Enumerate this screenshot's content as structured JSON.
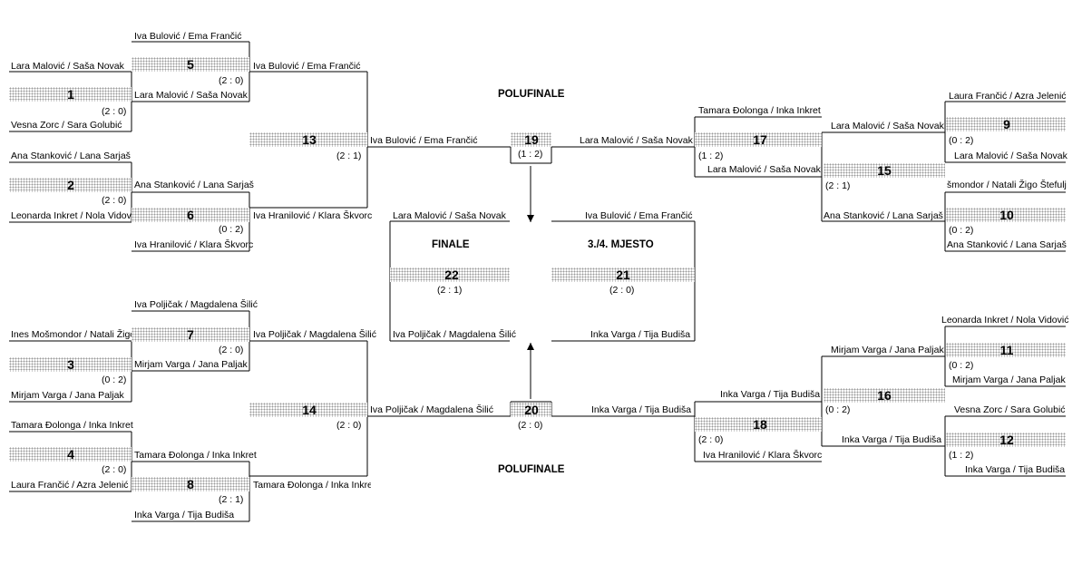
{
  "headings": {
    "semifinal_top": "POLUFINALE",
    "semifinal_bottom": "POLUFINALE",
    "final": "FINALE",
    "third_place": "3./4. MJESTO"
  },
  "matches": [
    {
      "id": "1",
      "top": "Lara Malović / Saša Novak",
      "bottom": "Vesna Zorc / Sara Golubić",
      "result": "(2 : 0)"
    },
    {
      "id": "2",
      "top": "Ana Stanković / Lana Sarjaš",
      "bottom": "Leonarda Inkret / Nola Vidović",
      "result": "(2 : 0)"
    },
    {
      "id": "3",
      "top": "Ines Mošmondor / Natali Žigo",
      "bottom": "Mirjam Varga / Jana Paljak",
      "result": "(0 : 2)"
    },
    {
      "id": "4",
      "top": "Tamara Đolonga / Inka Inkret",
      "bottom": "Laura Frančić / Azra Jelenić",
      "result": "(2 : 0)"
    },
    {
      "id": "5",
      "top": "Iva Bulović / Ema Frančić",
      "bottom": "Lara Malović / Saša Novak",
      "result": "(2 : 0)"
    },
    {
      "id": "6",
      "top": "Ana Stanković / Lana Sarjaš",
      "bottom": "Iva Hranilović / Klara Škvorc",
      "result": "(0 : 2)"
    },
    {
      "id": "7",
      "top": "Iva Poljičak / Magdalena Šilić",
      "bottom": "Mirjam Varga / Jana Paljak",
      "result": "(2 : 0)"
    },
    {
      "id": "8",
      "top": "Tamara Đolonga / Inka Inkret",
      "bottom": "Inka Varga / Tija Budiša",
      "result": "(2 : 1)"
    },
    {
      "id": "9",
      "top": "Laura Frančić / Azra Jelenić",
      "bottom": "Lara Malović / Saša Novak",
      "result": "(0 : 2)"
    },
    {
      "id": "10",
      "top": "šmondor / Natali Žigo Štefulj",
      "bottom": "Ana Stanković / Lana Sarjaš",
      "result": "(0 : 2)"
    },
    {
      "id": "11",
      "top": "Leonarda Inkret / Nola Vidović",
      "bottom": "Mirjam Varga / Jana Paljak",
      "result": "(0 : 2)"
    },
    {
      "id": "12",
      "top": "Vesna Zorc / Sara Golubić",
      "bottom": "Inka Varga / Tija Budiša",
      "result": "(1 : 2)"
    },
    {
      "id": "13",
      "top": "Iva Bulović / Ema Frančić",
      "bottom": "Iva Hranilović / Klara Škvorc",
      "result": "(2 : 1)"
    },
    {
      "id": "14",
      "top": "Iva Poljičak / Magdalena Šilić",
      "bottom": "Tamara Đolonga / Inka Inkret",
      "result": "(2 : 0)"
    },
    {
      "id": "15",
      "top": "Lara Malović / Saša Novak",
      "bottom": "Ana Stanković / Lana Sarjaš",
      "result": "(2 : 1)"
    },
    {
      "id": "16",
      "top": "Mirjam Varga / Jana Paljak",
      "bottom": "Inka Varga / Tija Budiša",
      "result": "(0 : 2)"
    },
    {
      "id": "17",
      "top": "Tamara Đolonga / Inka Inkret",
      "bottom": "Lara Malović / Saša Novak",
      "result": "(1 : 2)"
    },
    {
      "id": "18",
      "top": "Inka Varga / Tija Budiša",
      "bottom": "Iva Hranilović / Klara Škvorc",
      "result": "(2 : 0)"
    },
    {
      "id": "19",
      "top": "Iva Bulović / Ema Frančić",
      "bottom": "Lara Malović / Saša Novak",
      "result": "(1 : 2)"
    },
    {
      "id": "20",
      "top": "Iva Poljičak / Magdalena Šilić",
      "bottom": "Inka Varga / Tija Budiša",
      "result": "(2 : 0)"
    },
    {
      "id": "21",
      "top": "Iva Bulović / Ema Frančić",
      "bottom": "Inka Varga / Tija Budiša",
      "result": "(2 : 0)"
    },
    {
      "id": "22",
      "top": "Lara Malović / Saša Novak",
      "bottom": "Iva Poljičak / Magdalena Šilić",
      "result": "(2 : 1)"
    }
  ]
}
